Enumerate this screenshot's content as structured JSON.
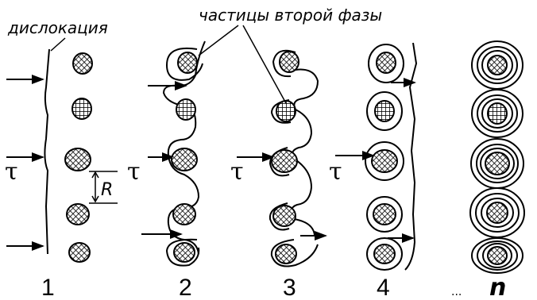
{
  "labels": {
    "dislocation": "дислокация",
    "particles": "частицы второй фазы",
    "tau": "τ",
    "spacing": "R",
    "ellipsis": "..."
  },
  "stages": [
    "1",
    "2",
    "3",
    "4",
    "n"
  ],
  "colors": {
    "ink": "#000000",
    "background": "#ffffff"
  }
}
